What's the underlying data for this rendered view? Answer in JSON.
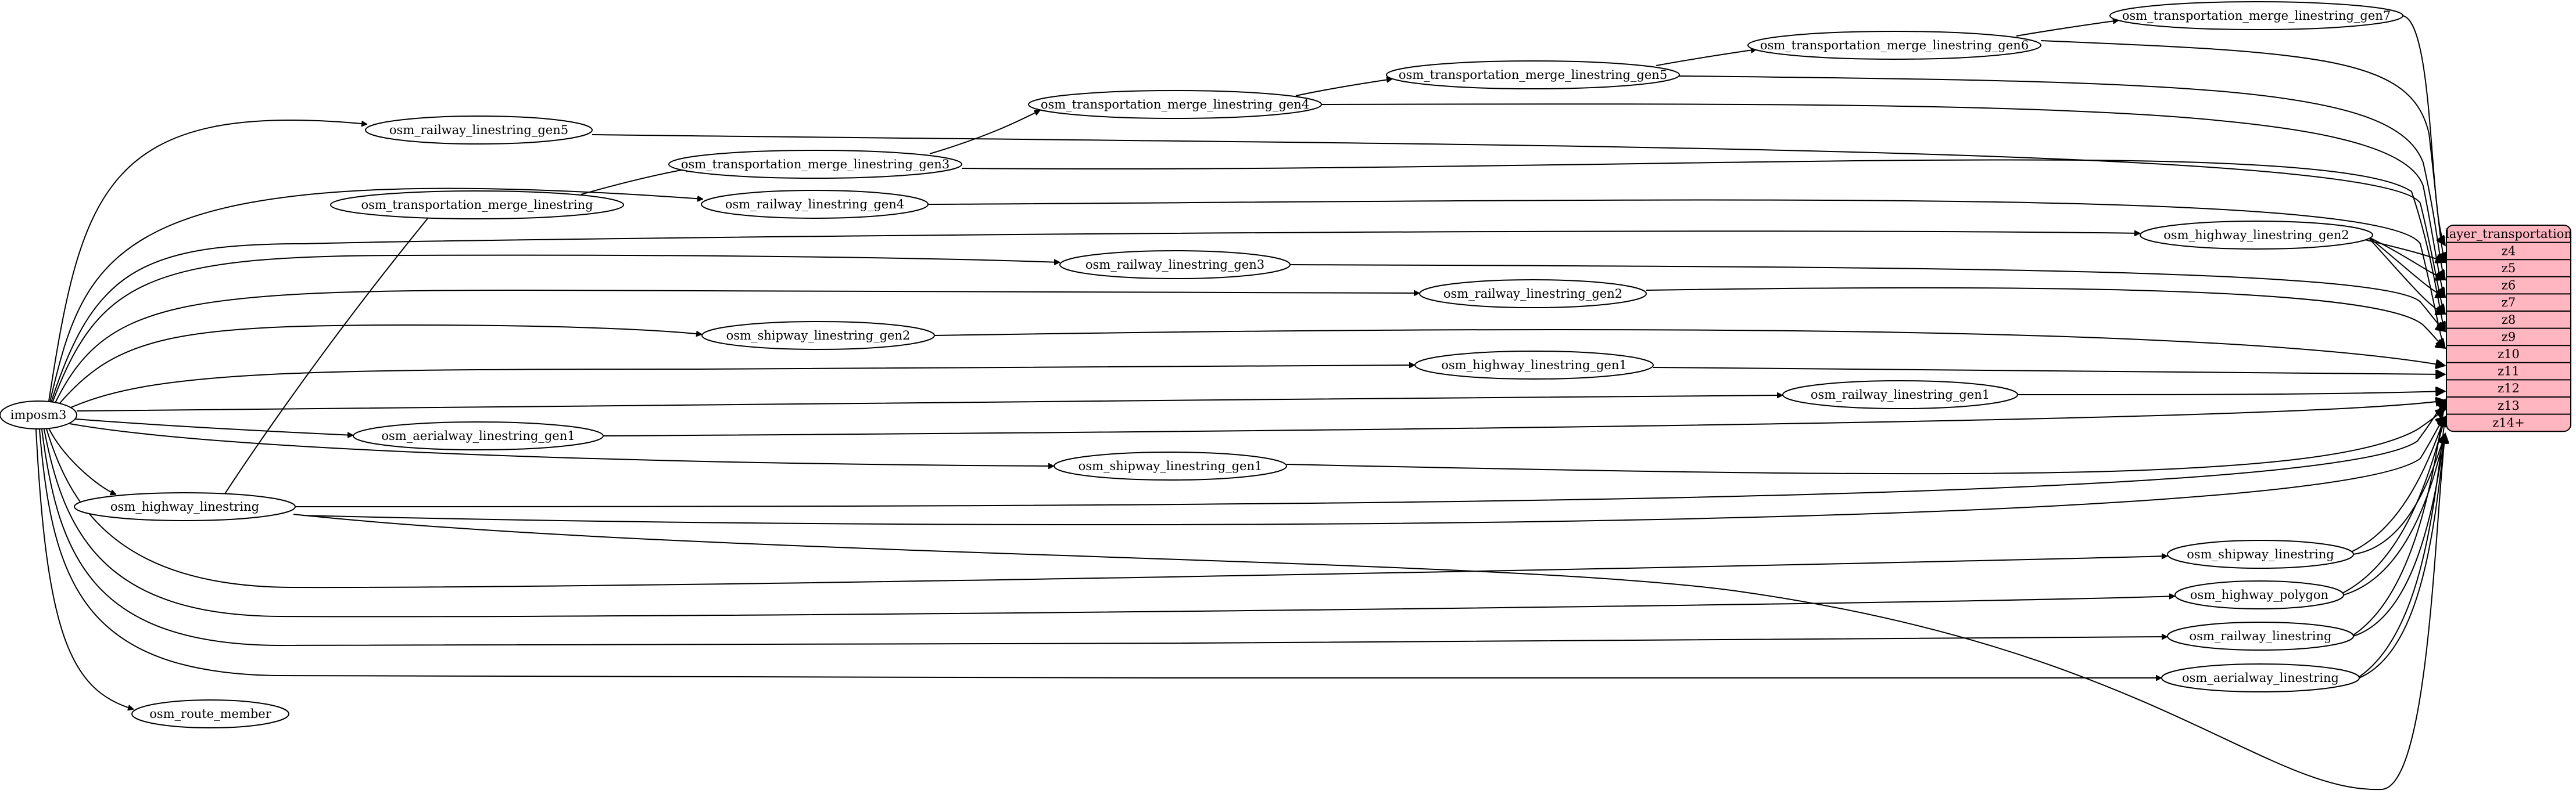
{
  "colors": {
    "layer_fill": "#ffb6c1",
    "node_fill": "#ffffff",
    "stroke": "#000000"
  },
  "nodes": {
    "imposm3": "imposm3",
    "osm_route_member": "osm_route_member",
    "osm_highway_linestring": "osm_highway_linestring",
    "osm_aerialway_linestring_gen1": "osm_aerialway_linestring_gen1",
    "osm_shipway_linestring_gen1": "osm_shipway_linestring_gen1",
    "osm_shipway_linestring_gen2": "osm_shipway_linestring_gen2",
    "osm_highway_linestring_gen1": "osm_highway_linestring_gen1",
    "osm_railway_linestring_gen1": "osm_railway_linestring_gen1",
    "osm_railway_linestring_gen2": "osm_railway_linestring_gen2",
    "osm_railway_linestring_gen3": "osm_railway_linestring_gen3",
    "osm_highway_linestring_gen2": "osm_highway_linestring_gen2",
    "osm_railway_linestring_gen4": "osm_railway_linestring_gen4",
    "osm_railway_linestring_gen5": "osm_railway_linestring_gen5",
    "osm_transportation_merge_linestring": "osm_transportation_merge_linestring",
    "osm_transportation_merge_linestring_gen3": "osm_transportation_merge_linestring_gen3",
    "osm_transportation_merge_linestring_gen4": "osm_transportation_merge_linestring_gen4",
    "osm_transportation_merge_linestring_gen5": "osm_transportation_merge_linestring_gen5",
    "osm_transportation_merge_linestring_gen6": "osm_transportation_merge_linestring_gen6",
    "osm_transportation_merge_linestring_gen7": "osm_transportation_merge_linestring_gen7",
    "osm_shipway_linestring": "osm_shipway_linestring",
    "osm_highway_polygon": "osm_highway_polygon",
    "osm_railway_linestring": "osm_railway_linestring",
    "osm_aerialway_linestring": "osm_aerialway_linestring"
  },
  "layer": {
    "title": "layer_transportation",
    "rows": [
      "z4",
      "z5",
      "z6",
      "z7",
      "z8",
      "z9",
      "z10",
      "z11",
      "z12",
      "z13",
      "z14+"
    ]
  }
}
